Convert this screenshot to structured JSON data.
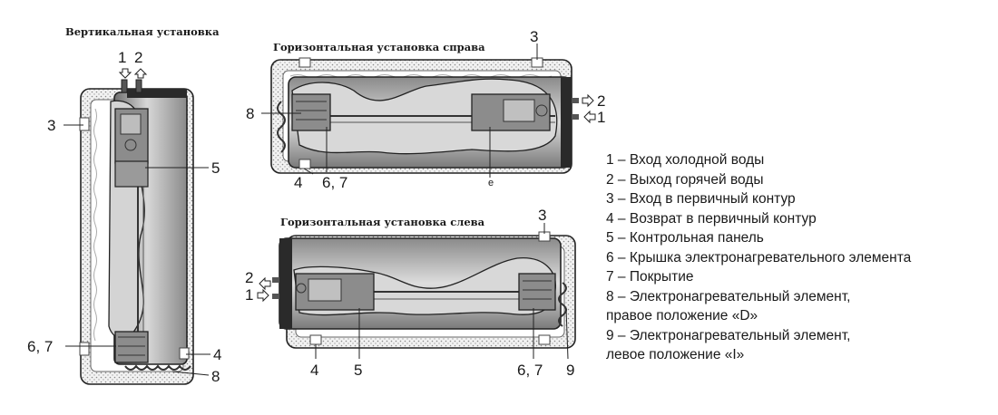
{
  "titles": {
    "vertical": "Вертикальная установка",
    "horizontal_right": "Горизонтальная установка справа",
    "horizontal_left": "Горизонтальная установка слева"
  },
  "callouts": {
    "v_1": "1",
    "v_2": "2",
    "v_3": "3",
    "v_5": "5",
    "v_67": "6, 7",
    "v_4": "4",
    "v_8": "8",
    "r_3": "3",
    "r_8": "8",
    "r_2": "2",
    "r_1": "1",
    "r_4": "4",
    "r_67": "6, 7",
    "r_e": "е",
    "l_3": "3",
    "l_2": "2",
    "l_1": "1",
    "l_4": "4",
    "l_5": "5",
    "l_67": "6, 7",
    "l_9": "9"
  },
  "legend": [
    "1 – Вход холодной воды",
    "2 – Выход горячей воды",
    "3 – Вход в первичный контур",
    "4 – Возврат в первичный контур",
    "5 – Контрольная панель",
    "6 – Крышка электронагревательного элемента",
    "7 – Покрытие",
    "8 – Электронагревательный элемент,",
    "правое положение «D»",
    "9 – Электронагревательный элемент,",
    "левое положение «I»"
  ]
}
